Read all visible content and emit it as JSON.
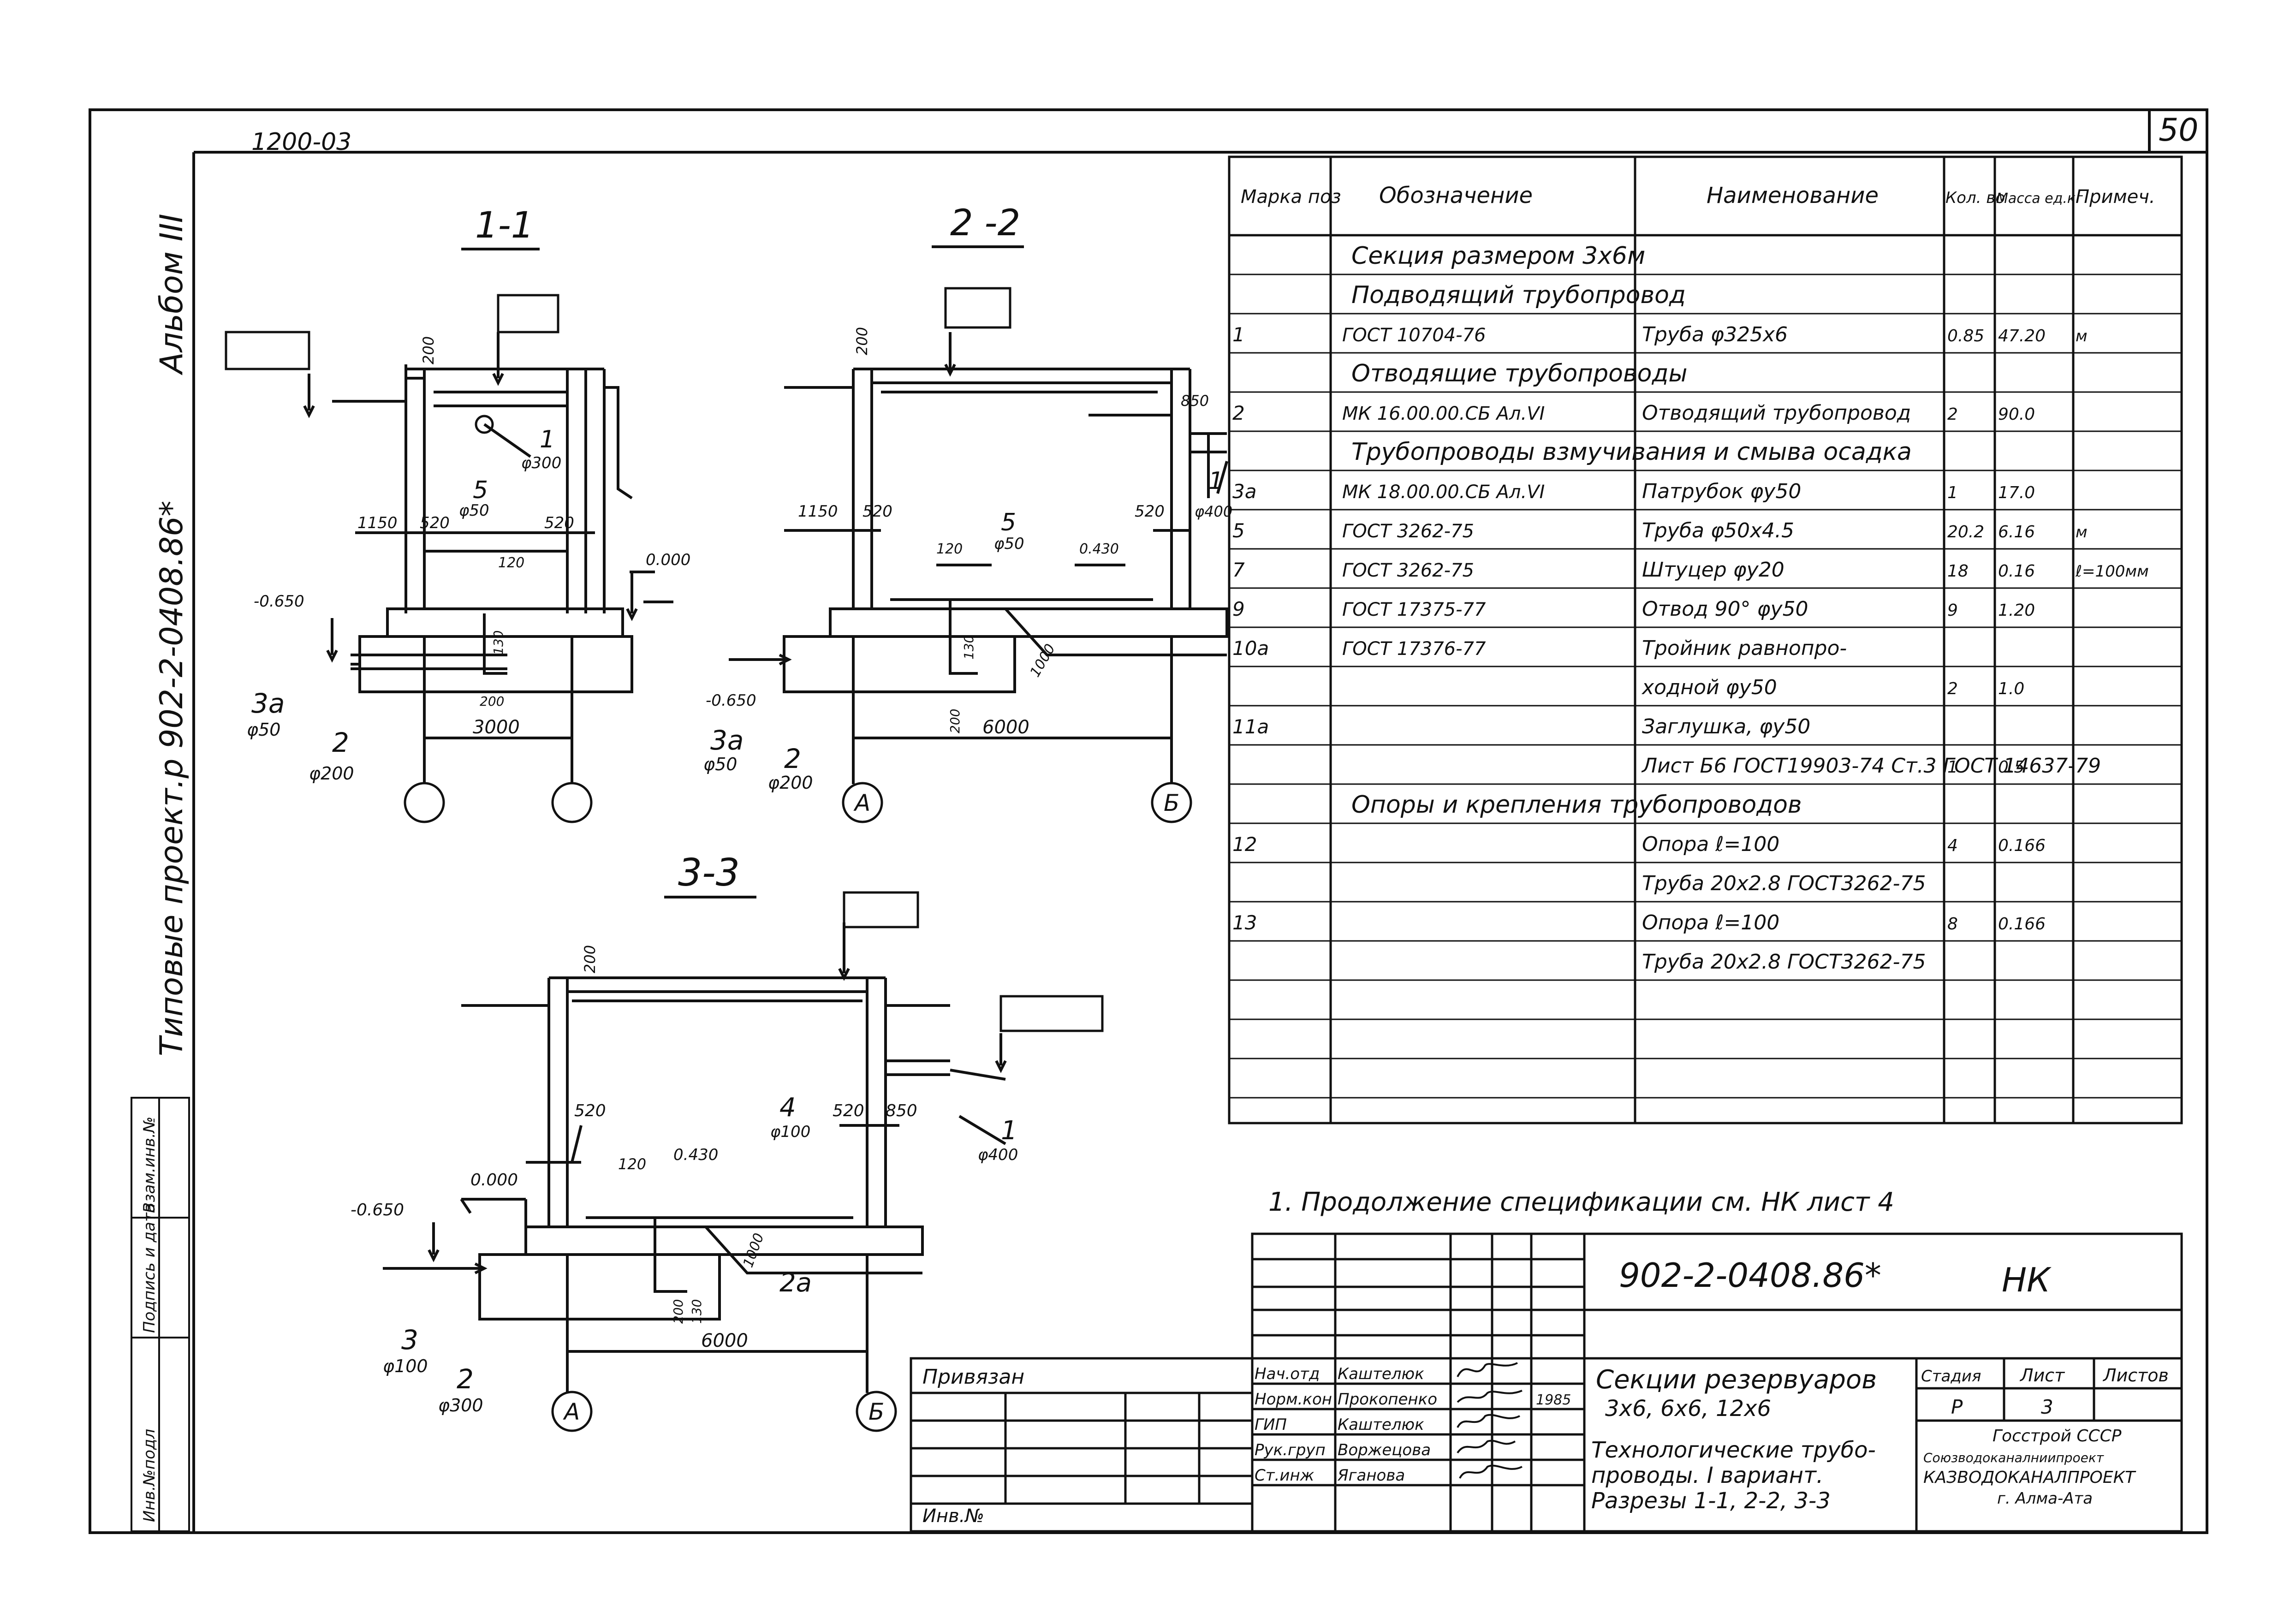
{
  "header": {
    "sheet_number": "50",
    "ref": "1200-03"
  },
  "side": {
    "title": "Типовые проект.р 902-2-0408.86*",
    "album": "Альбом III"
  },
  "stamp_left": {
    "cells": [
      "Инв.№подл",
      "Подпись и дата",
      "Взам.инв.№"
    ]
  },
  "sections": {
    "s11": {
      "title": "1-1",
      "dims": [
        "200",
        "1150",
        "520",
        "520",
        "120",
        "130",
        "200",
        "3000",
        "0.000",
        "-0.650"
      ],
      "labels": {
        "m1": "1",
        "m1d": "φ300",
        "m5": "5",
        "m5d": "φ50",
        "m3a": "3а",
        "m3ad": "φ50",
        "m2": "2",
        "m2d": "φ200"
      }
    },
    "s22": {
      "title": "2 -2",
      "dims": [
        "200",
        "850",
        "1150",
        "520",
        "520",
        "120",
        "0.430",
        "130",
        "200",
        "1000",
        "6000",
        "-0.650"
      ],
      "labels": {
        "m1": "1",
        "m1d": "φ400",
        "m5": "5",
        "m5d": "φ50",
        "m3a": "3а",
        "m3ad": "φ50",
        "m2": "2",
        "m2d": "φ200",
        "axA": "А",
        "axB": "Б"
      }
    },
    "s33": {
      "title": "3-3",
      "dims": [
        "200",
        "520",
        "520",
        "850",
        "120",
        "0.430",
        "200",
        "130",
        "1000",
        "6000",
        "0.000",
        "-0.650"
      ],
      "labels": {
        "m1": "1",
        "m1d": "φ400",
        "m4": "4",
        "m4d": "φ100",
        "m3": "3",
        "m3d": "φ100",
        "m2": "2",
        "m2d": "φ300",
        "m2a": "2а",
        "axA": "А",
        "axB": "Б"
      }
    }
  },
  "spec": {
    "headers": [
      "Марка поз",
      "Обозначение",
      "Наименование",
      "Кол. во",
      "Масса ед.кг",
      "Примеч."
    ],
    "rows": [
      {
        "type": "section",
        "text": "Секция размером 3х6м"
      },
      {
        "type": "section",
        "text": "Подводящий трубопровод"
      },
      {
        "type": "item",
        "cells": [
          "1",
          "ГОСТ 10704-76",
          "Труба φ325х6",
          "0.85",
          "47.20",
          "м"
        ]
      },
      {
        "type": "section",
        "text": "Отводящие трубопроводы"
      },
      {
        "type": "item",
        "cells": [
          "2",
          "МК 16.00.00.СБ Ал.VI",
          "Отводящий трубопровод",
          "2",
          "90.0",
          ""
        ]
      },
      {
        "type": "section",
        "text": "Трубопроводы взмучивания и смыва осадка"
      },
      {
        "type": "item",
        "cells": [
          "3а",
          "МК 18.00.00.СБ Ал.VI",
          "Патрубок φу50",
          "1",
          "17.0",
          ""
        ]
      },
      {
        "type": "item",
        "cells": [
          "5",
          "ГОСТ 3262-75",
          "Труба φ50х4.5",
          "20.2",
          "6.16",
          "м"
        ]
      },
      {
        "type": "item",
        "cells": [
          "7",
          "ГОСТ 3262-75",
          "Штуцер φу20",
          "18",
          "0.16",
          "ℓ=100мм"
        ]
      },
      {
        "type": "item",
        "cells": [
          "9",
          "ГОСТ 17375-77",
          "Отвод 90° φу50",
          "9",
          "1.20",
          ""
        ]
      },
      {
        "type": "item",
        "cells": [
          "10а",
          "ГОСТ 17376-77",
          "Тройник равнопро-",
          "",
          "",
          ""
        ]
      },
      {
        "type": "item",
        "cells": [
          "",
          "",
          "ходной φу50",
          "2",
          "1.0",
          ""
        ]
      },
      {
        "type": "item",
        "cells": [
          "11а",
          "",
          "Заглушка, φу50",
          "",
          "",
          ""
        ]
      },
      {
        "type": "item",
        "cells": [
          "",
          "",
          "Лист Б6 ГОСТ19903-74 Ст.3 ГОСТ 14637-79",
          "1",
          "0.5",
          ""
        ]
      },
      {
        "type": "section",
        "text": "Опоры и крепления трубопроводов"
      },
      {
        "type": "item",
        "cells": [
          "12",
          "",
          "Опора ℓ=100",
          "4",
          "0.166",
          ""
        ]
      },
      {
        "type": "item",
        "cells": [
          "",
          "",
          "Труба 20х2.8 ГОСТ3262-75",
          "",
          "",
          ""
        ]
      },
      {
        "type": "item",
        "cells": [
          "13",
          "",
          "Опора ℓ=100",
          "8",
          "0.166",
          ""
        ]
      },
      {
        "type": "item",
        "cells": [
          "",
          "",
          "Труба 20х2.8 ГОСТ3262-75",
          "",
          "",
          ""
        ]
      },
      {
        "type": "item",
        "cells": [
          "",
          "",
          "",
          "",
          "",
          ""
        ]
      },
      {
        "type": "item",
        "cells": [
          "",
          "",
          "",
          "",
          "",
          ""
        ]
      },
      {
        "type": "item",
        "cells": [
          "",
          "",
          "",
          "",
          "",
          ""
        ]
      }
    ]
  },
  "note": "1. Продолжение спецификации см. НК лист 4",
  "title_block": {
    "code": "902-2-0408.86*",
    "mark": "НК",
    "privyazan": "Привязан",
    "inv": "Инв.№",
    "staff": [
      {
        "role": "Нач.отд",
        "name": "Каштелюк"
      },
      {
        "role": "Норм.кон",
        "name": "Прокопенко"
      },
      {
        "role": "ГИП",
        "name": "Каштелюк"
      },
      {
        "role": "Рук.груп",
        "name": "Воржецова"
      },
      {
        "role": "Ст.инж",
        "name": "Яганова"
      }
    ],
    "year": "1985",
    "title1": "Секции резервуаров",
    "title2": "3х6, 6х6, 12х6",
    "subtitle1": "Технологические трубо-",
    "subtitle2": "проводы. I вариант.",
    "subtitle3": "Разрезы 1-1, 2-2, 3-3",
    "stage_label": "Стадия",
    "sheet_label": "Лист",
    "sheets_label": "Листов",
    "stage": "Р",
    "sheet": "3",
    "org1": "Госстрой СССР",
    "org2": "Союзводоканалниипроект",
    "org3": "КАЗВОДОКАНАЛПРОЕКТ",
    "org4": "г. Алма-Ата"
  }
}
